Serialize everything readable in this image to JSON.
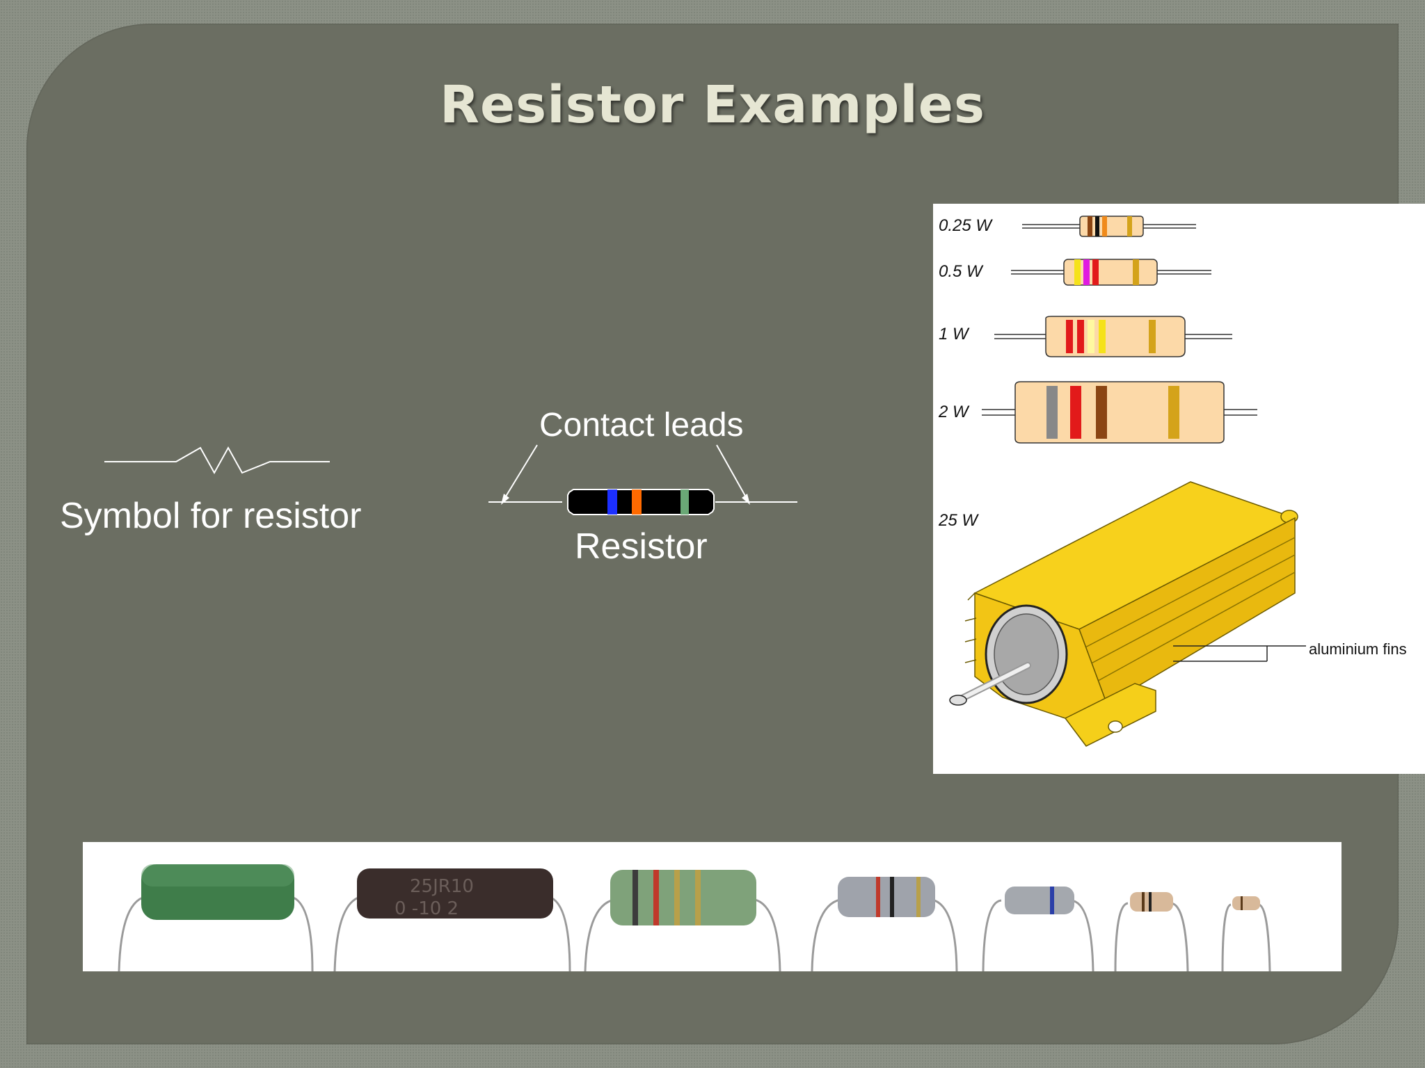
{
  "slide": {
    "title": "Resistor Examples"
  },
  "left": {
    "symbol_label": "Symbol for resistor"
  },
  "middle": {
    "contact_label": "Contact leads",
    "resistor_label": "Resistor"
  },
  "right_panel": {
    "ratings": [
      "0.25 W",
      "0.5 W",
      "1 W",
      "2 W",
      "25 W"
    ],
    "fins_label": "aluminium fins"
  },
  "photo_strip": {
    "printed_text": [
      "25JR10",
      "0 -10 2"
    ]
  },
  "colors": {
    "slide_bg": "#6b6e62",
    "title_color": "#e6e6d3",
    "resistor_body": "#fcd9a8",
    "power_resistor": "#f5c518"
  }
}
